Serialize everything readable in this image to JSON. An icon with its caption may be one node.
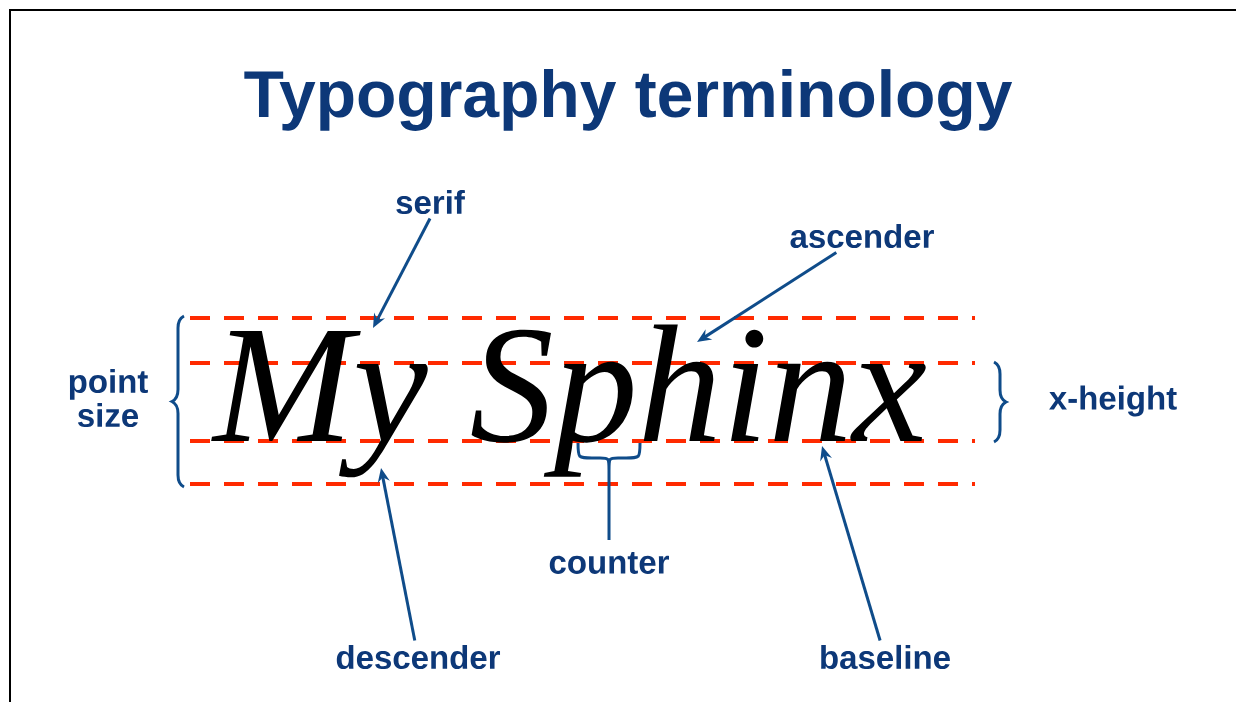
{
  "diagram": {
    "title": "Typography terminology",
    "nodes": [
      {
        "text": [
          "serif"
        ]
      },
      {
        "text": [
          "ascender"
        ]
      },
      {
        "text": [
          "descender"
        ]
      },
      {
        "text": [
          "baseline"
        ]
      },
      {
        "text": [
          "My Sphinx"
        ]
      }
    ],
    "edges": [
      {
        "from": 0,
        "to": 4,
        "arrow": "to"
      },
      {
        "from": 1,
        "to": 4,
        "arrow": "to"
      },
      {
        "from": 2,
        "to": 4,
        "arrow": "to"
      },
      {
        "from": 3,
        "to": 4,
        "arrow": "to"
      }
    ],
    "labels": [
      "point size",
      "x-height",
      "counter"
    ]
  }
}
